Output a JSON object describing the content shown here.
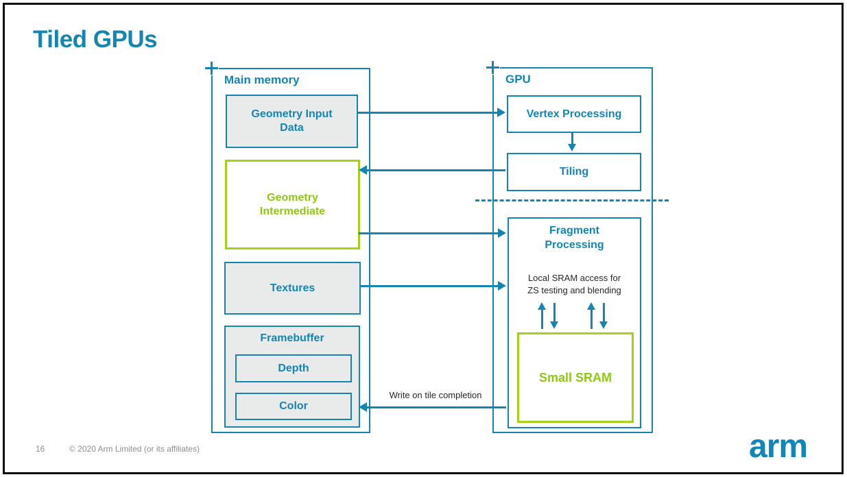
{
  "slide": {
    "title": "Tiled GPUs",
    "page_number": "16",
    "copyright": "© 2020 Arm Limited (or its affiliates)",
    "logo_text": "arm"
  },
  "colors": {
    "teal": "#1485b2",
    "green": "#a3d118",
    "box_gray_fill": "#e9eaea",
    "note_text": "#262626"
  },
  "main_memory": {
    "label": "Main memory",
    "geometry_input": "Geometry Input\nData",
    "geometry_intermediate": "Geometry\nIntermediate",
    "textures": "Textures",
    "framebuffer": "Framebuffer",
    "depth": "Depth",
    "color": "Color"
  },
  "gpu": {
    "label": "GPU",
    "vertex_processing": "Vertex Processing",
    "tiling": "Tiling",
    "fragment_processing": "Fragment\nProcessing",
    "local_sram_note": "Local SRAM access for\nZS testing and blending",
    "small_sram": "Small SRAM"
  },
  "annotations": {
    "write_on_tile_completion": "Write on tile completion"
  }
}
